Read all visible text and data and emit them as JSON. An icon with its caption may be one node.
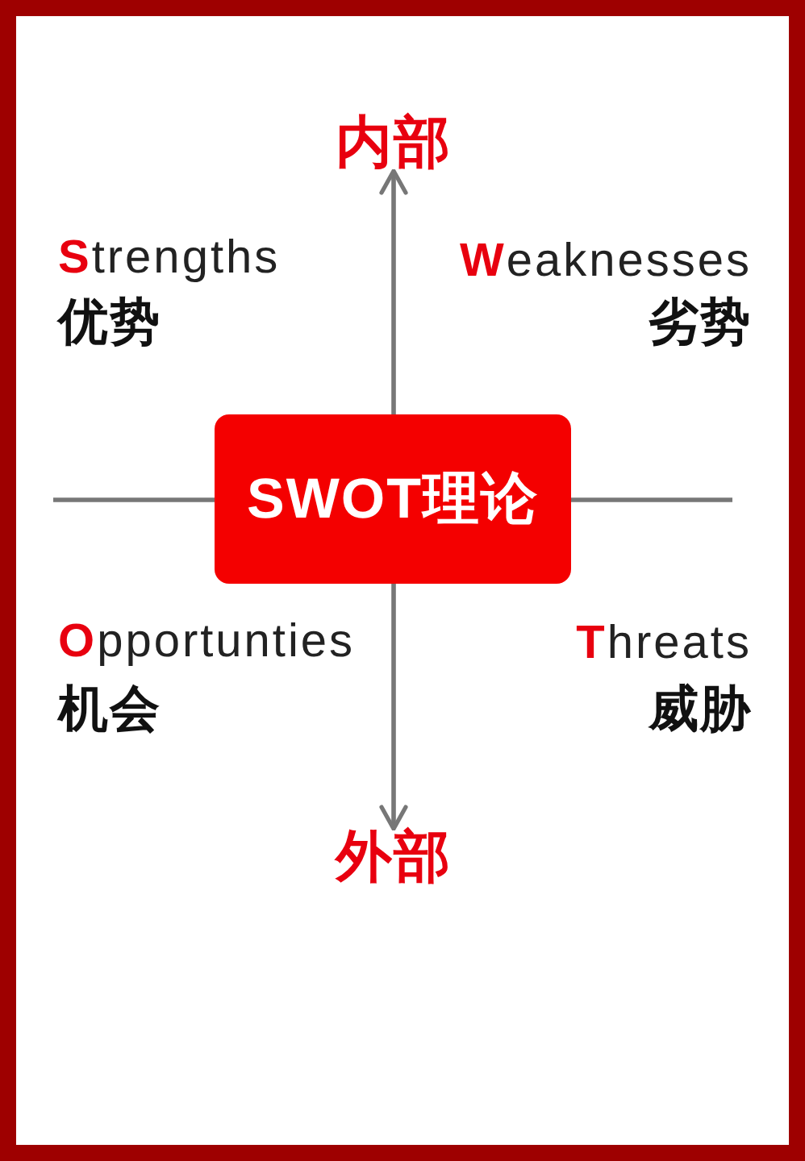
{
  "diagram": {
    "nodes": [
      {
        "text": [
          "内部"
        ]
      },
      {
        "text": [
          "SWOT理论"
        ]
      },
      {
        "text": [
          "外部"
        ]
      }
    ],
    "edges": [
      {
        "from": 1,
        "to": 0,
        "arrow": "to"
      },
      {
        "from": 1,
        "to": null,
        "arrow": "none"
      },
      {
        "from": 1,
        "to": null,
        "arrow": "none"
      },
      {
        "from": 1,
        "to": 2,
        "arrow": "to"
      }
    ],
    "labels": [
      "Strengths",
      "优势",
      "Weaknesses",
      "劣势",
      "Opportunties",
      "机会",
      "Threats",
      "威胁"
    ]
  }
}
